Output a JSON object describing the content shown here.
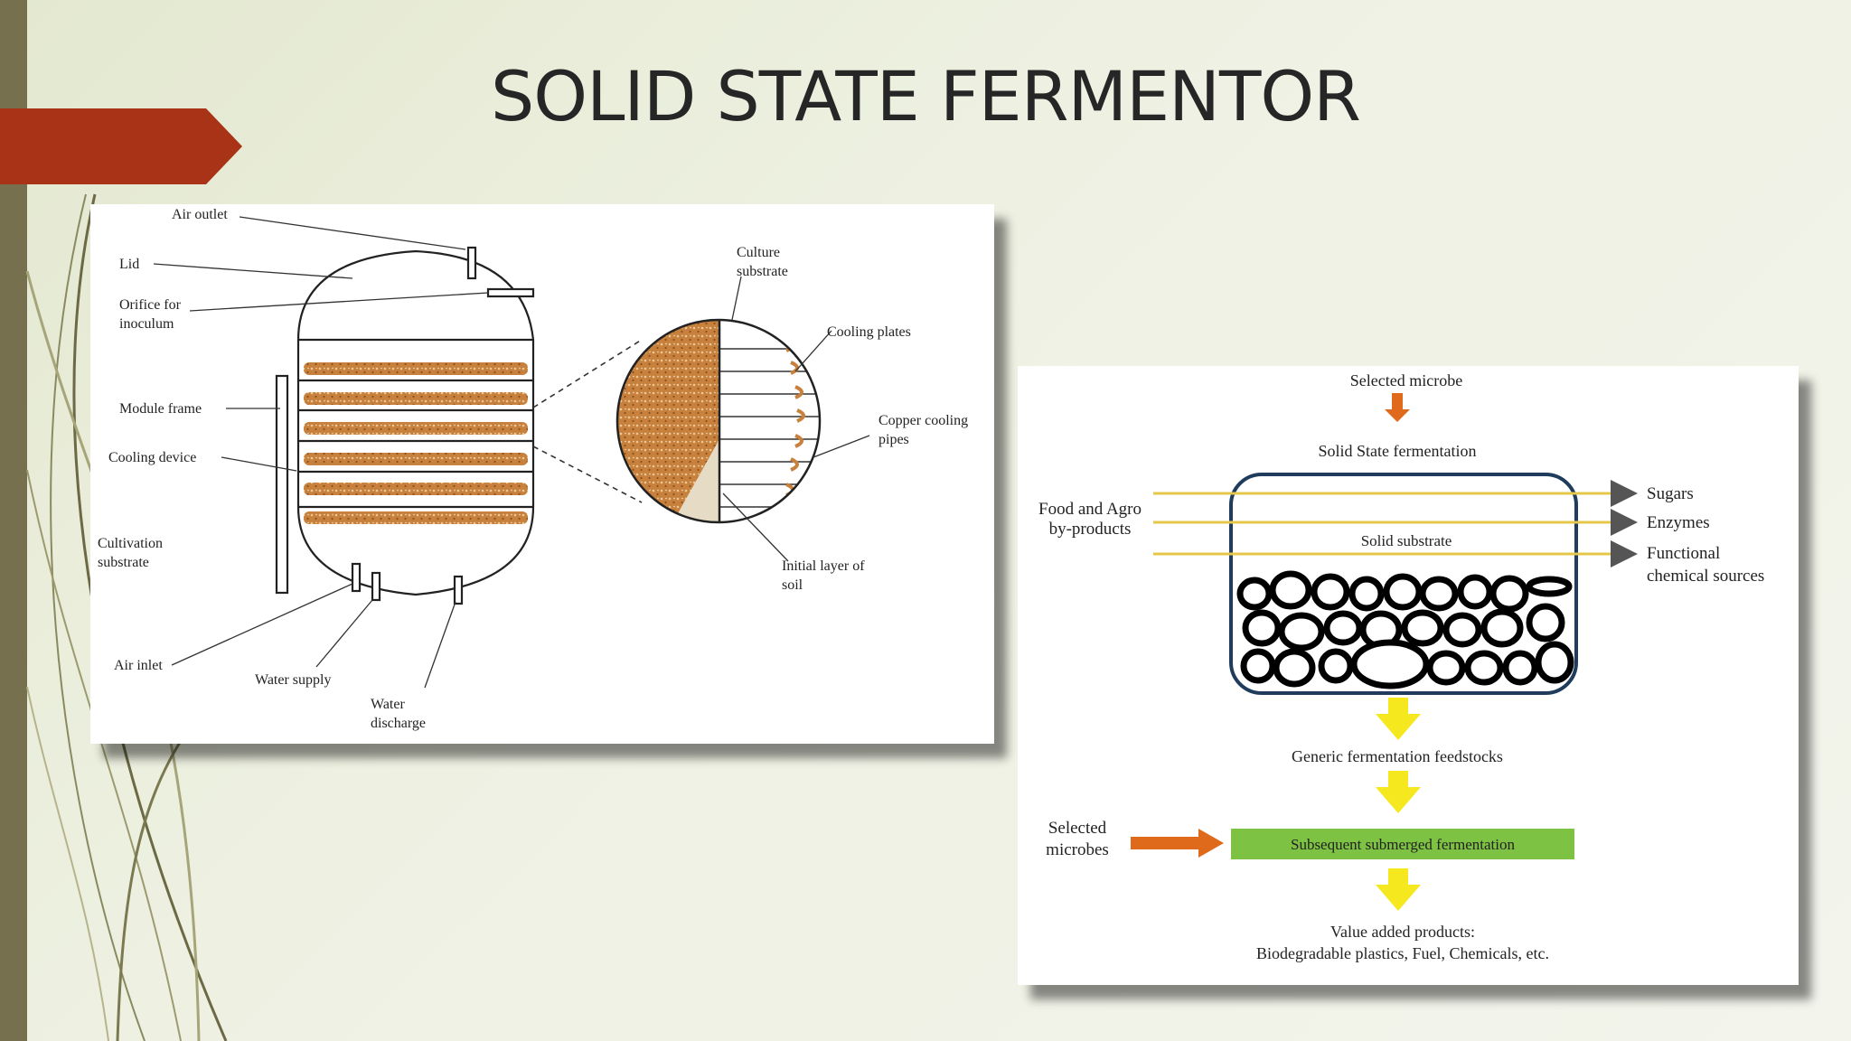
{
  "slide": {
    "title": "SOLID STATE FERMENTOR",
    "accent_color": "#a93317",
    "side_bar_color": "#76704f"
  },
  "fermentor_diagram": {
    "labels": {
      "air_outlet": "Air outlet",
      "lid": "Lid",
      "orifice_1": "Orifice for",
      "orifice_2": "inoculum",
      "module_frame": "Module frame",
      "cooling_device": "Cooling device",
      "cultivation_1": "Cultivation",
      "cultivation_2": "substrate",
      "air_inlet": "Air inlet",
      "water_supply": "Water supply",
      "water_discharge_1": "Water",
      "water_discharge_2": "discharge",
      "culture_substrate_1": "Culture",
      "culture_substrate_2": "substrate",
      "cooling_plates": "Cooling plates",
      "copper_pipes_1": "Copper cooling",
      "copper_pipes_2": "pipes",
      "initial_layer_1": "Initial layer of",
      "initial_layer_2": "soil"
    },
    "substrate_color": "#c8813d"
  },
  "flow_diagram": {
    "selected_microbe": "Selected microbe",
    "ssf": "Solid State fermentation",
    "food_agro_1": "Food and Agro",
    "food_agro_2": "by-products",
    "solid_substrate": "Solid substrate",
    "outputs": [
      "Sugars",
      "Enzymes",
      "Functional",
      "chemical sources"
    ],
    "generic_feedstocks": "Generic fermentation feedstocks",
    "selected_microbes_1": "Selected",
    "selected_microbes_2": "microbes",
    "submerged": "Subsequent submerged fermentation",
    "value_added_1": "Value added products:",
    "value_added_2": "Biodegradable plastics, Fuel, Chemicals, etc.",
    "colors": {
      "line_arrow": "#e5c84a",
      "orange_arrow": "#e06a1c",
      "yellow_arrow": "#f5e81e",
      "green_box": "#7dc242",
      "vessel_stroke": "#1f3c5c"
    }
  }
}
